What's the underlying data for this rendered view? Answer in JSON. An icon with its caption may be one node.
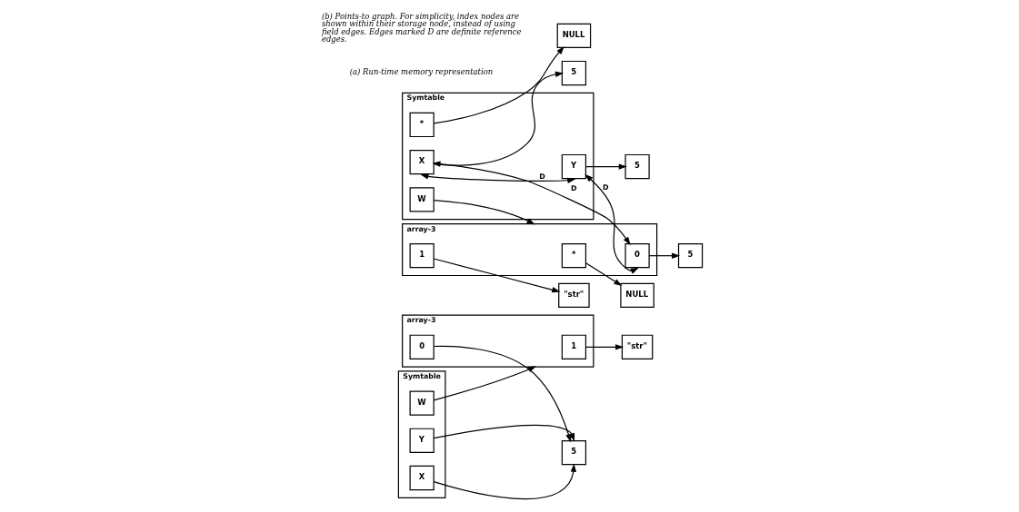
{
  "diagram": {
    "nodes": [
      {
        "text": [
          "Symtable"
        ]
      },
      {
        "text": [
          "W"
        ],
        "in": 0
      },
      {
        "text": [
          "X"
        ],
        "in": 0
      },
      {
        "text": [
          "Y"
        ],
        "in": 0
      },
      {
        "text": [
          "array-3"
        ]
      },
      {
        "text": [
          "0"
        ],
        "in": 4
      },
      {
        "text": [
          "1"
        ],
        "in": 4
      },
      {
        "text": [
          "5"
        ]
      },
      {
        "text": [
          "\"str\""
        ]
      },
      {
        "text": [
          "Symtable"
        ]
      },
      {
        "text": [
          "W"
        ],
        "in": 9
      },
      {
        "text": [
          "X"
        ],
        "in": 9
      },
      {
        "text": [
          "Y"
        ],
        "in": 9
      },
      {
        "text": [
          "*"
        ],
        "in": 9
      },
      {
        "text": [
          "array-3"
        ]
      },
      {
        "text": [
          "0"
        ],
        "in": 14
      },
      {
        "text": [
          "1"
        ],
        "in": 14
      },
      {
        "text": [
          "*"
        ],
        "in": 14
      },
      {
        "text": [
          "5"
        ]
      },
      {
        "text": [
          "NULL"
        ]
      },
      {
        "text": [
          "5"
        ]
      },
      {
        "text": [
          "5"
        ]
      },
      {
        "text": [
          "\"str\""
        ]
      },
      {
        "text": [
          "NULL"
        ]
      }
    ],
    "edges": [
      {
        "from": 1,
        "to": 4,
        "arrow": "to"
      },
      {
        "from": 5,
        "to": 7,
        "arrow": "to"
      },
      {
        "from": 6,
        "to": 8,
        "arrow": "to"
      },
      {
        "from": 2,
        "to": 7,
        "arrow": "to"
      },
      {
        "from": 3,
        "to": 7,
        "arrow": "to"
      },
      {
        "from": 10,
        "to": 14,
        "arrow": "to"
      },
      {
        "from": 11,
        "to": 15,
        "arrow": "both",
        "label": "D"
      },
      {
        "from": 12,
        "to": 15,
        "arrow": "both",
        "label": "D"
      },
      {
        "from": 11,
        "to": 12,
        "arrow": "both",
        "label": "D"
      },
      {
        "from": 15,
        "to": 18,
        "arrow": "to"
      },
      {
        "from": 17,
        "to": 19,
        "arrow": "to"
      },
      {
        "from": 16,
        "to": 22,
        "arrow": "to"
      },
      {
        "from": 11,
        "to": 20,
        "arrow": "to"
      },
      {
        "from": 12,
        "to": 21,
        "arrow": "to"
      },
      {
        "from": 13,
        "to": 23,
        "arrow": "to"
      }
    ],
    "labels": [
      "(a) Run-time memory representation",
      "(b) Points-to graph. For simplicity, index nodes are shown within their storage node, instead of using field edges. Edges marked D are definite reference edges."
    ]
  }
}
